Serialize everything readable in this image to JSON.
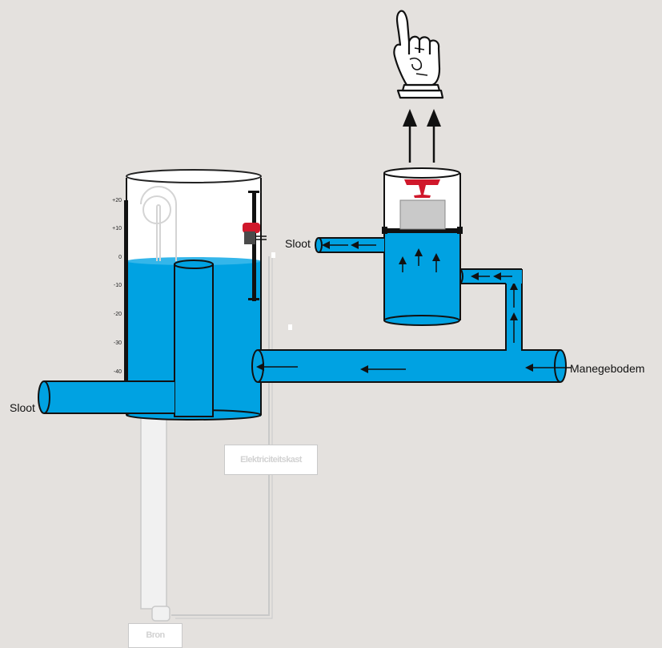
{
  "labels": {
    "sloot_left": "Sloot",
    "sloot_top": "Sloot",
    "manegebodem": "Manegebodem",
    "elektriciteitskast": "Elektriciteitskast",
    "bron": "Bron"
  },
  "scale_ticks": [
    "+20",
    "+10",
    "0",
    "-10",
    "-20",
    "-30",
    "-40"
  ],
  "colors": {
    "background": "#e4e1de",
    "water": "#00a2e2",
    "valve_red": "#d0182b",
    "outline": "#111111",
    "ghost_pipe": "#f1f1f1"
  },
  "icons": {
    "hand": "pointing-up-hand-icon"
  }
}
